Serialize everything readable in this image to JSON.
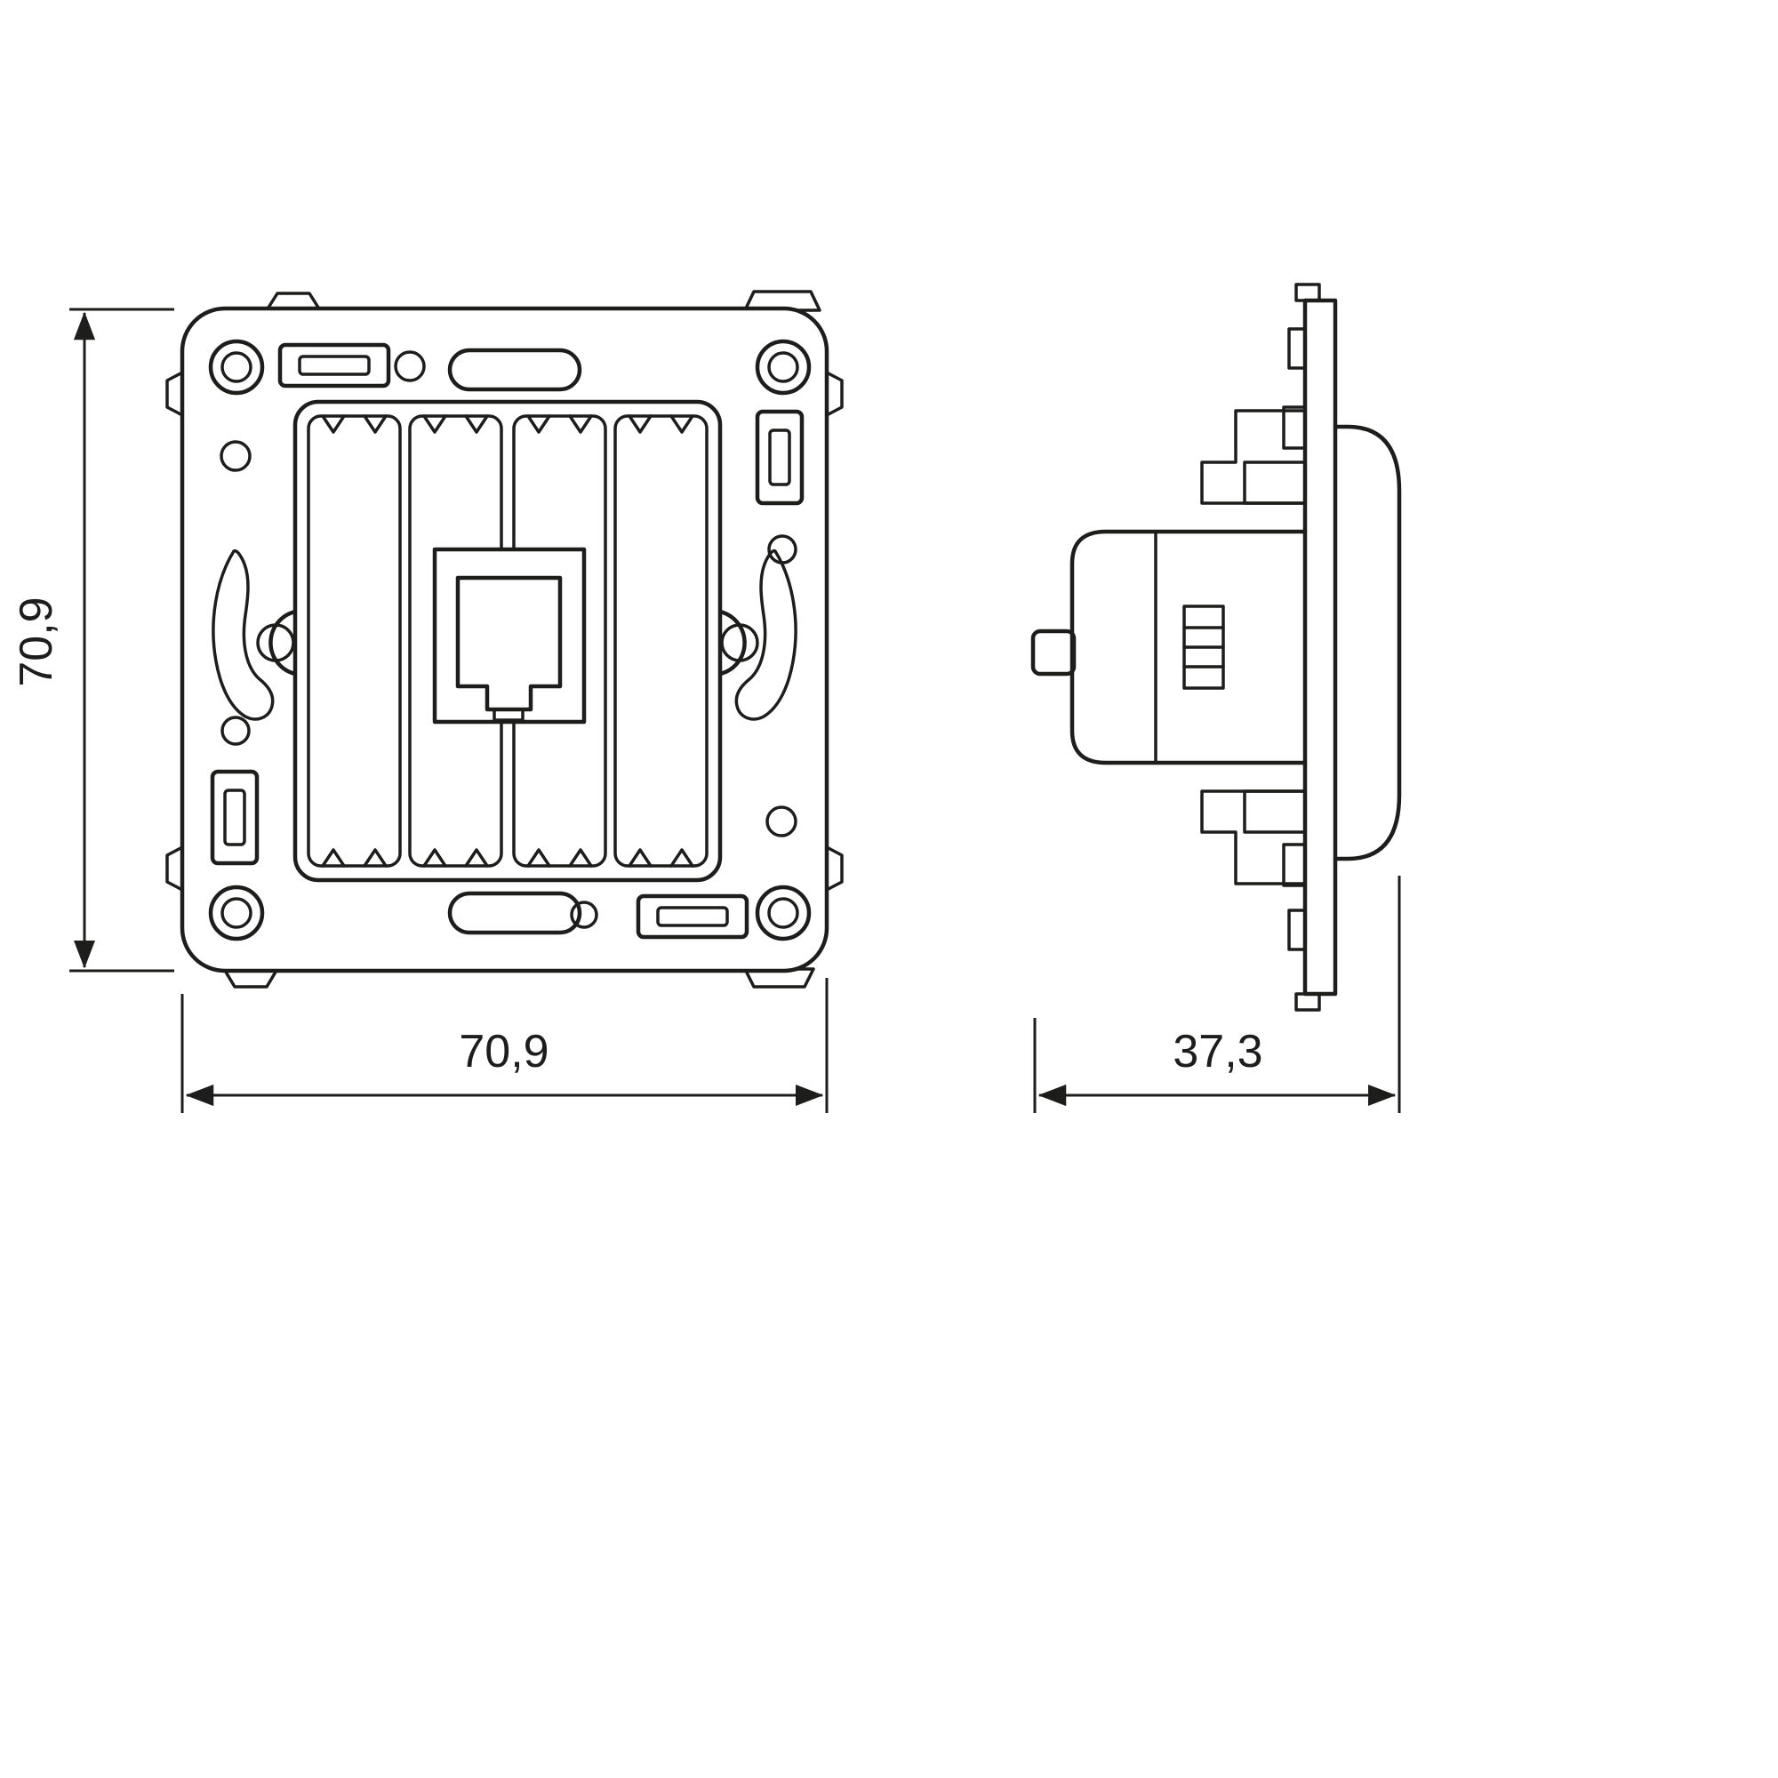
{
  "page": {
    "background_color": "#ffffff",
    "line_color": "#1d1d1b"
  },
  "drawing": {
    "type": "technical-drawing",
    "views": {
      "front": {
        "id": "front-view"
      },
      "side": {
        "id": "side-view"
      }
    },
    "dimensions": {
      "height": {
        "value": "70,9",
        "orientation": "vertical",
        "view": "front"
      },
      "width": {
        "value": "70,9",
        "orientation": "horizontal",
        "view": "front"
      },
      "depth": {
        "value": "37,3",
        "orientation": "horizontal",
        "view": "side"
      }
    }
  }
}
